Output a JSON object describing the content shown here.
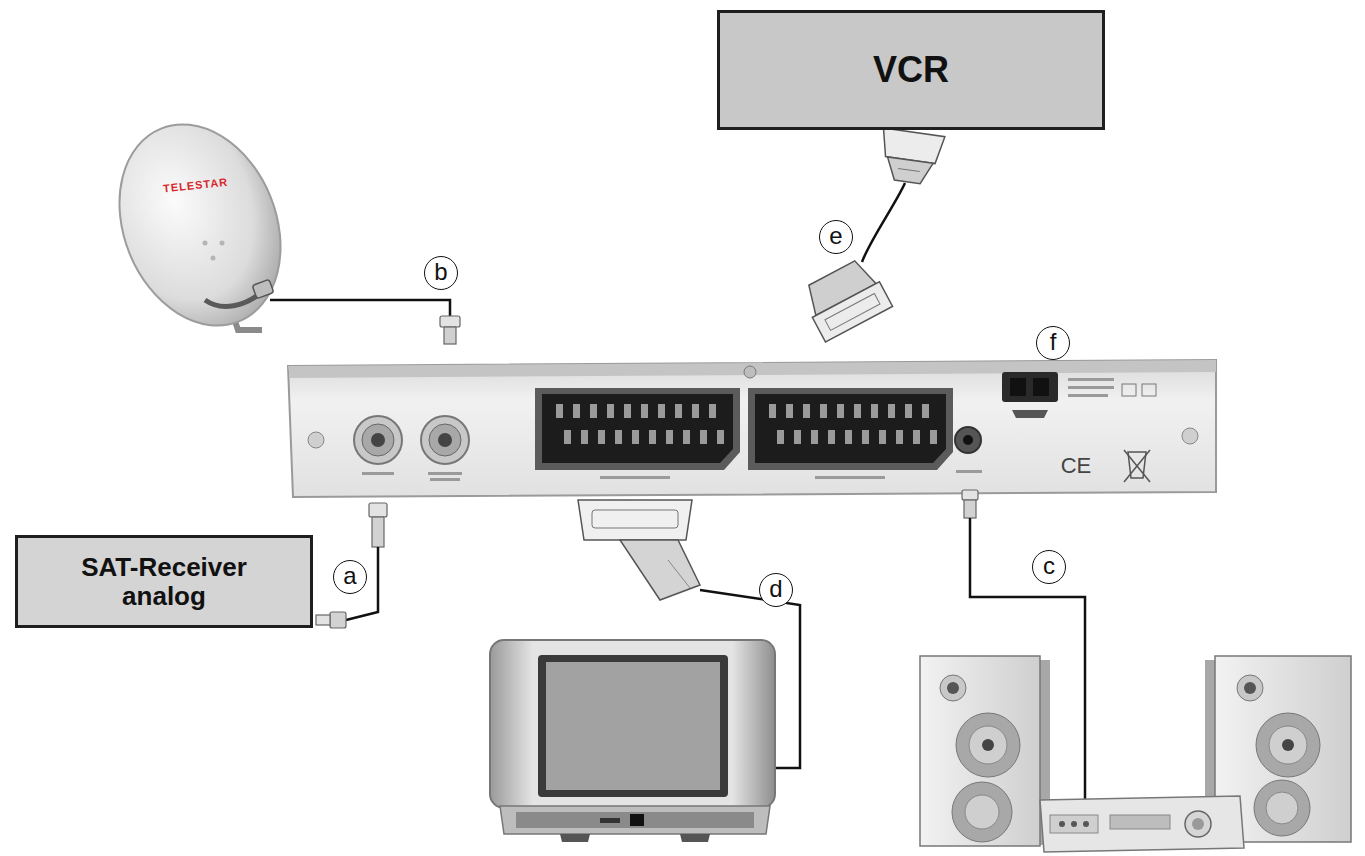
{
  "diagram": {
    "nodes": [
      {
        "text": [
          "VCR"
        ]
      },
      {
        "text": [
          "SAT-Receiver analog"
        ]
      }
    ],
    "labels": [
      "e",
      "b",
      "f",
      "a",
      "d",
      "c",
      "TELESTAR",
      "CE"
    ]
  }
}
